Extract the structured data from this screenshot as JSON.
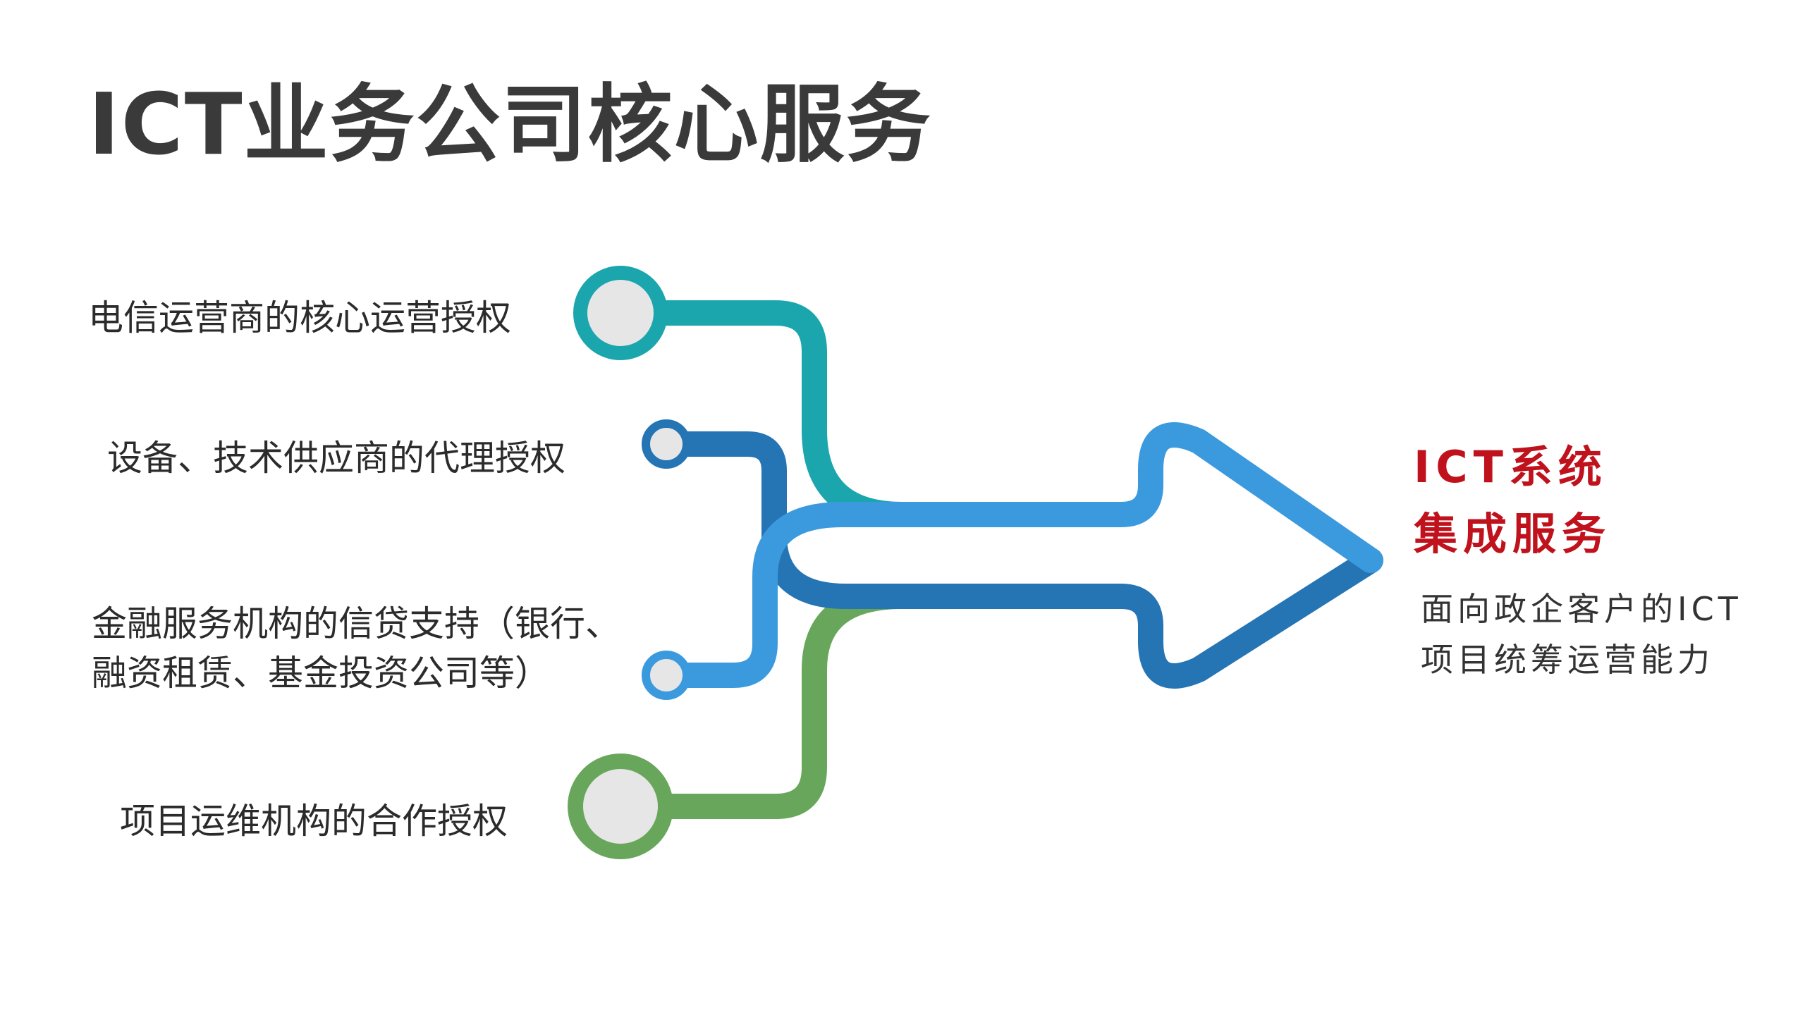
{
  "title": "ICT业务公司核心服务",
  "sources": [
    {
      "lines": [
        "电信运营商的核心运营授权"
      ],
      "color": "#1ba6ad"
    },
    {
      "lines": [
        "设备、技术供应商的代理授权"
      ],
      "color": "#2574b3"
    },
    {
      "lines": [
        "金融服务机构的信贷支持（银行、",
        "融资租赁、基金投资公司等）"
      ],
      "color": "#3b9ade"
    },
    {
      "lines": [
        "项目运维机构的合作授权"
      ],
      "color": "#68a75b"
    }
  ],
  "target": {
    "title_lines": [
      "ICT系统",
      "集成服务"
    ],
    "desc_lines": [
      "面向政企客户的ICT",
      "项目统筹运营能力"
    ]
  },
  "colors": {
    "title": "#3a3a3a",
    "target_title": "#c0121c",
    "node_fill": "#e6e6e6"
  }
}
